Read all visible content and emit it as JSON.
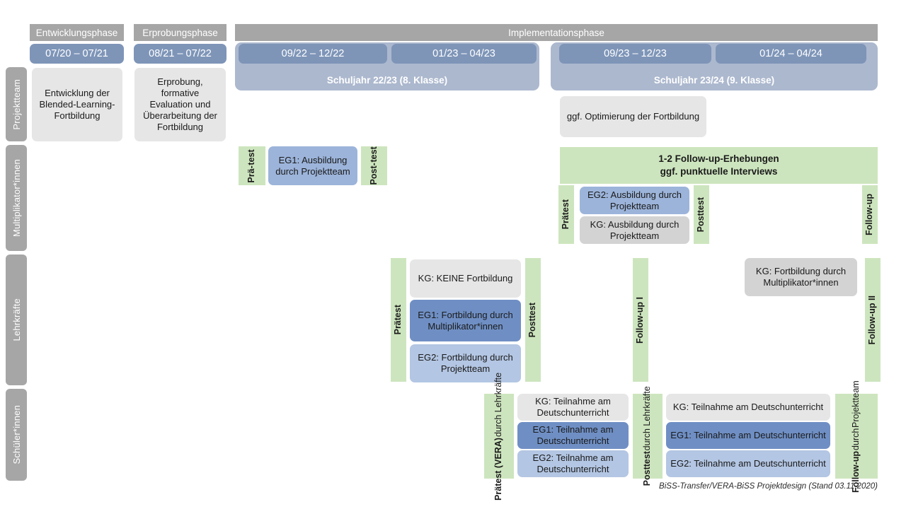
{
  "lanes": [
    {
      "label": "Projektteam"
    },
    {
      "label": "Multiplikator*innen"
    },
    {
      "label": "Lehrkräfte"
    },
    {
      "label": "Schüler*innen"
    }
  ],
  "phases": [
    {
      "label": "Entwicklungsphase"
    },
    {
      "label": "Erprobungsphase"
    },
    {
      "label": "Implementationsphase"
    }
  ],
  "dates": {
    "entwicklung": "07/20 – 07/21",
    "erprobung": "08/21 – 07/22",
    "impl_q1": "09/22 – 12/22",
    "impl_q2": "01/23 – 04/23",
    "impl_q3": "09/23 – 12/23",
    "impl_q4": "01/24 – 04/24"
  },
  "schoolyears": {
    "y1": "Schuljahr 22/23 (8. Klasse)",
    "y2": "Schuljahr 23/24 (9. Klasse)"
  },
  "projektteam": {
    "entwicklung": "Entwicklung der Blended-Learning-Fortbildung",
    "erprobung": "Erprobung, formative Evaluation und Überarbeitung der Fortbildung",
    "optimierung": "ggf. Optimierung der Fortbildung"
  },
  "multiplikatoren": {
    "praetest_y1": {
      "l1": "Prä-",
      "l2": "test"
    },
    "posttest_y1": {
      "l1": "Post-",
      "l2": "test"
    },
    "eg1_y1": "EG1: Ausbildung durch Projektteam",
    "banner": {
      "line1": "1-2 Follow-up-Erhebungen",
      "line2": "ggf. punktuelle Interviews"
    },
    "praetest_y2": {
      "l1": "Prätest"
    },
    "posttest_y2": {
      "l1": "Posttest"
    },
    "followup_y2": {
      "l1": "Follow-up"
    },
    "eg2_y2": "EG2: Ausbildung durch Projektteam",
    "kg_y2": "KG: Ausbildung durch Projektteam"
  },
  "lehrkraefte": {
    "praetest": {
      "l1": "Prätest"
    },
    "posttest": {
      "l1": "Posttest"
    },
    "followup1": {
      "l1": "Follow-up I"
    },
    "followup2": {
      "l1": "Follow-up II"
    },
    "kg_keine": "KG:  KEINE Fortbildung",
    "eg1": "EG1: Fortbildung durch Multiplikator*innen",
    "eg2": "EG2: Fortbildung durch Projektteam",
    "kg_fortbildung": "KG: Fortbildung durch Multiplikator*innen"
  },
  "schueler": {
    "praetest": {
      "l1": "Prätest (VERA)",
      "l2": "durch Lehrkräfte"
    },
    "posttest": {
      "l1": "Posttest",
      "l2": "durch Lehrkräfte"
    },
    "followup": {
      "l1": "Follow-up",
      "l2": "durch",
      "l3": "Projektteam"
    },
    "kg_1": "KG: Teilnahme am Deutschunterricht",
    "eg1_1": "EG1: Teilnahme am Deutschunterricht",
    "eg2_1": "EG2: Teilnahme am Deutschunterricht",
    "kg_2": "KG: Teilnahme am Deutschunterricht",
    "eg1_2": "EG1: Teilnahme am Deutschunterricht",
    "eg2_2": "EG2: Teilnahme am Deutschunterricht"
  },
  "footer": {
    "text": "BiSS-Transfer/VERA-BiSS Projektdesign (Stand 03.11.2020)"
  },
  "colors": {
    "gray_header": "#a6a6a6",
    "date_bar": "#7e95b8",
    "schoolyear_band": "#acb8ce",
    "green": "#cde5be",
    "box_gray": "#e6e6e6",
    "box_gray_dark": "#d3d3d3",
    "box_blue_dark": "#6f8fc4",
    "box_blue_mid": "#9cb4da",
    "box_blue_light": "#b3c6e3"
  }
}
